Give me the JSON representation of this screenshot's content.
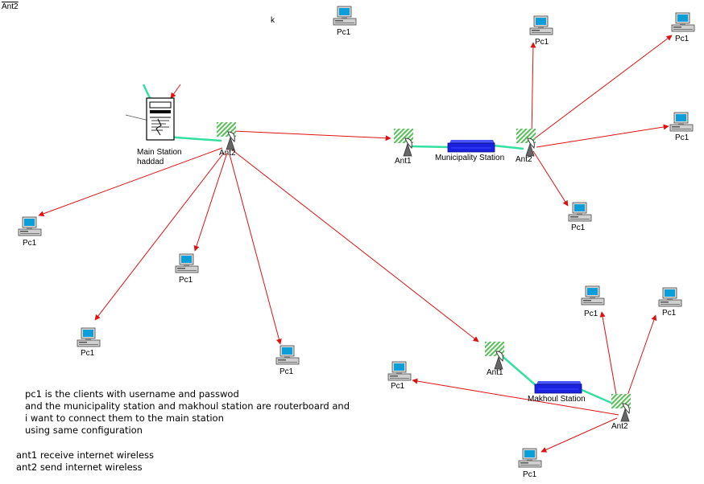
{
  "colors": {
    "link_red": "#e01010",
    "link_green": "#33e0a0",
    "pc_screen": "#0a9fd8",
    "router_blue": "#1a22e0",
    "ant_hatch": "#55c055"
  },
  "icons": {
    "pc": "desktop-pc-icon",
    "antenna": "dish-antenna-icon",
    "router": "routerboard-icon",
    "server": "server-tower-icon"
  },
  "labels": {
    "corner_ant": "Ant2",
    "stray_k": "k",
    "main_station_line1": "Main Station",
    "main_station_line2": "haddad",
    "pc": "Pc1",
    "ant1": "Ant1",
    "ant2": "Ant2",
    "municipality": "Municipality Station",
    "makhoul": "Makhoul Station"
  },
  "notes": {
    "line1": "pc1 is the clients with username and passwod",
    "line2": "and the municipality station and makhoul station are routerboard and",
    "line3": "i want to connect them to the main station",
    "line4": "using same configuration",
    "line5": "ant1 receive internet wireless",
    "line6": "ant2 send internet wireless"
  }
}
